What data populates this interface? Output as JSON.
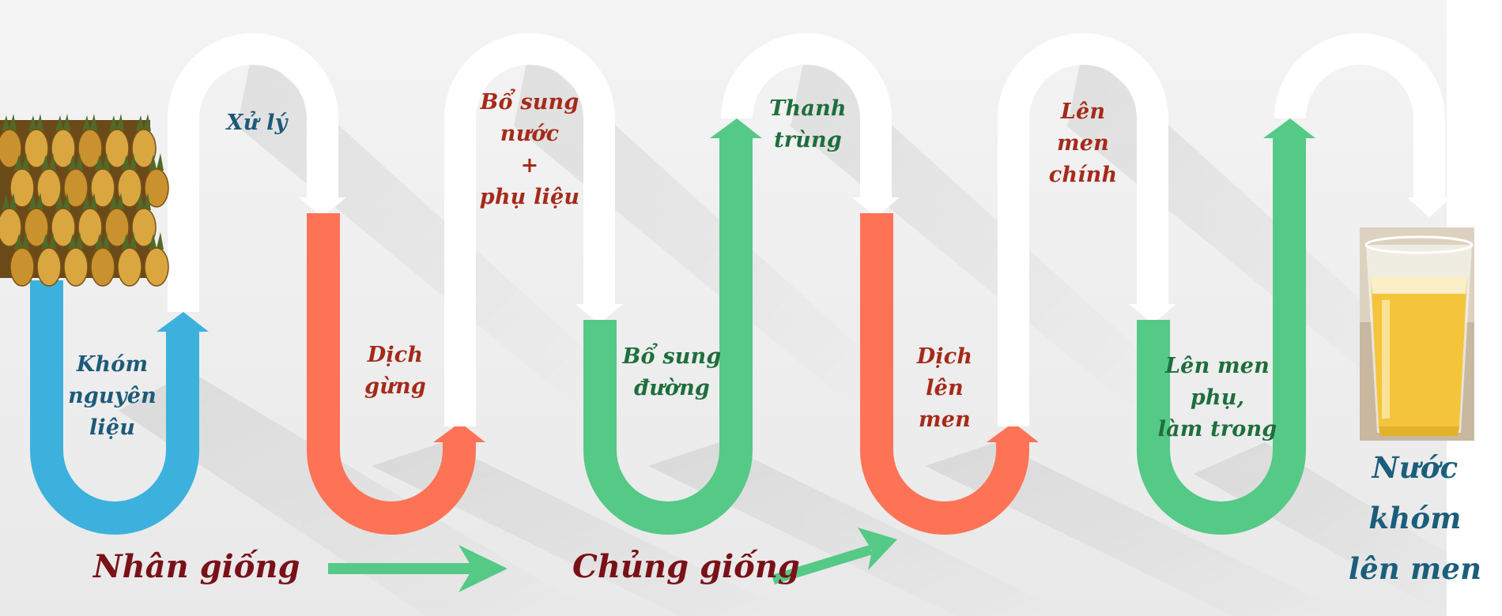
{
  "colors": {
    "blue": "#3db1de",
    "orange": "#fe7356",
    "green": "#55c986",
    "white": "#ffffff",
    "label_blue": "#1d5a7a",
    "label_red": "#a52a1a",
    "label_green": "#1e6e3c",
    "label_darkred": "#7a1018",
    "final_blue": "#1b5e7c"
  },
  "steps": {
    "s1": "Khóm\nnguyên\nliệu",
    "s2": "Xử lý",
    "s3": "Dịch\ngừng",
    "s4": "Bổ sung\nnước\n+\nphụ liệu",
    "s5": "Bổ sung\nđường",
    "s6": "Thanh\ntrùng",
    "s7": "Dịch\nlên\nmen",
    "s8": "Lên\nmen\nchính",
    "s9": "Lên men\nphụ,\nlàm trong"
  },
  "result_label": "Nước khóm\nlên men",
  "bottom": {
    "nhan_giong": "Nhân giống",
    "chung_giong": "Chủng giống"
  },
  "images": {
    "raw": "pineapple-photo",
    "product": "juice-glass-photo"
  }
}
